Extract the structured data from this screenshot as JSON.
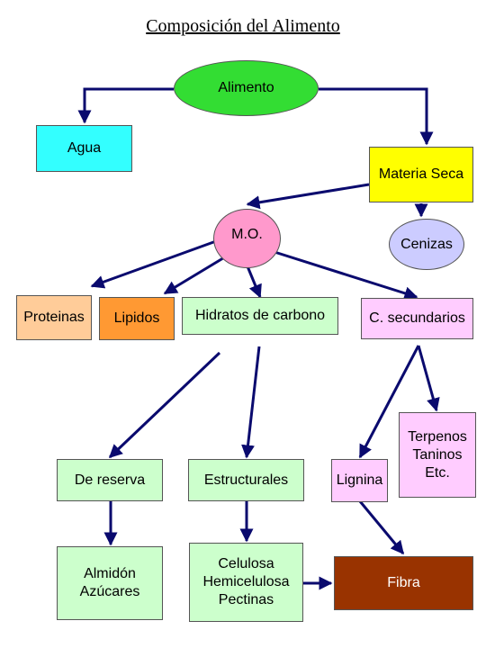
{
  "title": "Composición del Alimento",
  "colors": {
    "arrow": "#0a0a6e",
    "alimento": "#33dd33",
    "agua": "#33ffff",
    "materia_seca": "#ffff00",
    "mo": "#ff99cc",
    "cenizas": "#ccccff",
    "proteinas": "#ffcc99",
    "lipidos": "#ff9933",
    "light_pink": "#ffccff",
    "light_green": "#ccffcc",
    "fibra": "#993300"
  },
  "nodes": {
    "alimento": "Alimento",
    "agua": "Agua",
    "materia_seca": "Materia Seca",
    "mo": "M.O.",
    "cenizas": "Cenizas",
    "proteinas": "Proteinas",
    "lipidos": "Lipidos",
    "hidratos": "Hidratos de carbono",
    "c_secundarios": "C. secundarios",
    "de_reserva": "De reserva",
    "estructurales": "Estructurales",
    "lignina": "Lignina",
    "terpenos": "Terpenos\nTaninos\nEtc.",
    "almidon": "Almidón\nAzúcares",
    "celulosa": "Celulosa\nHemicelulosa\nPectinas",
    "fibra": "Fibra"
  }
}
